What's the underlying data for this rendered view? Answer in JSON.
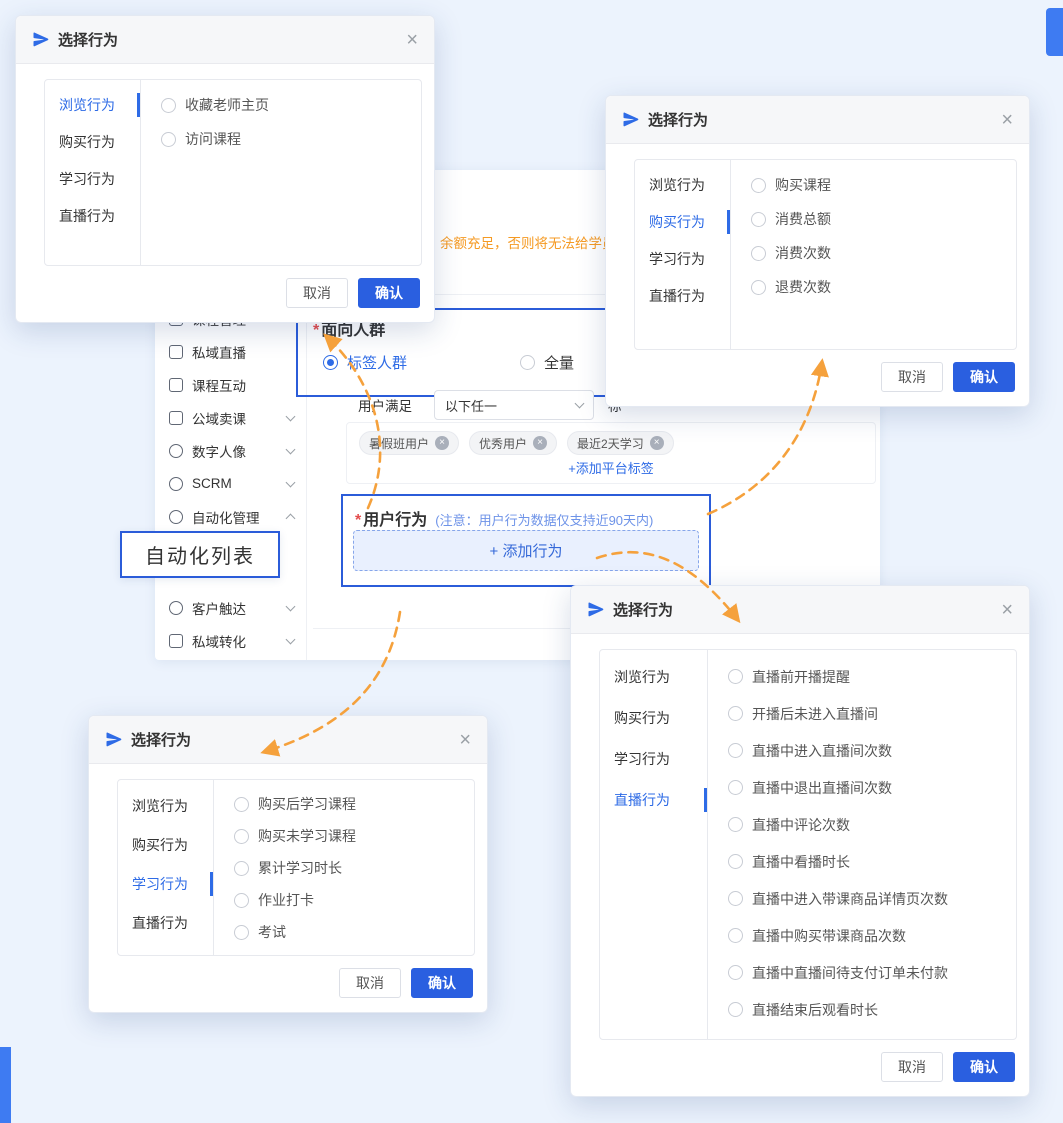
{
  "colors": {
    "accent_blue": "#2e6be6",
    "confirm_blue": "#2a5fe0",
    "highlight_border": "#2b5cd9",
    "arrow_orange": "#f5a13c",
    "warning_orange": "#f59a23"
  },
  "app": {
    "warning_text": "余额充足，否则将无法给学员发送",
    "sidebar_items": [
      {
        "label": "课程管理"
      },
      {
        "label": "私域直播"
      },
      {
        "label": "课程互动"
      },
      {
        "label": "公域卖课"
      },
      {
        "label": "数字人像"
      },
      {
        "label": "SCRM"
      },
      {
        "label": "自动化管理"
      },
      {
        "label": "客户触达"
      },
      {
        "label": "私域转化"
      }
    ],
    "callout_label": "自动化列表",
    "audience": {
      "required_mark": "*",
      "title": "面向人群",
      "option_tag": "标签人群",
      "option_all": "全量",
      "condition_label": "用户满足",
      "condition_value": "以下任一",
      "condition_next": "标",
      "tags": [
        "暑假班用户",
        "优秀用户",
        "最近2天学习"
      ],
      "tag_close": "×",
      "add_tag_link": "+添加平台标签"
    },
    "behavior": {
      "required_mark": "*",
      "title": "用户行为",
      "note": "(注意：用户行为数据仅支持近90天内)",
      "add_behavior_label": "+ 添加行为"
    }
  },
  "dialog_common": {
    "title": "选择行为",
    "close": "×",
    "cancel": "取消",
    "confirm": "确认",
    "tabs": [
      "浏览行为",
      "购买行为",
      "学习行为",
      "直播行为"
    ]
  },
  "dialogs": {
    "browse": {
      "options": [
        "收藏老师主页",
        "访问课程"
      ]
    },
    "purchase": {
      "options": [
        "购买课程",
        "消费总额",
        "消费次数",
        "退费次数"
      ]
    },
    "study": {
      "options": [
        "购买后学习课程",
        "购买未学习课程",
        "累计学习时长",
        "作业打卡",
        "考试"
      ]
    },
    "live": {
      "options": [
        "直播前开播提醒",
        "开播后未进入直播间",
        "直播中进入直播间次数",
        "直播中退出直播间次数",
        "直播中评论次数",
        "直播中看播时长",
        "直播中进入带课商品详情页次数",
        "直播中购买带课商品次数",
        "直播中直播间待支付订单未付款",
        "直播结束后观看时长"
      ]
    }
  }
}
